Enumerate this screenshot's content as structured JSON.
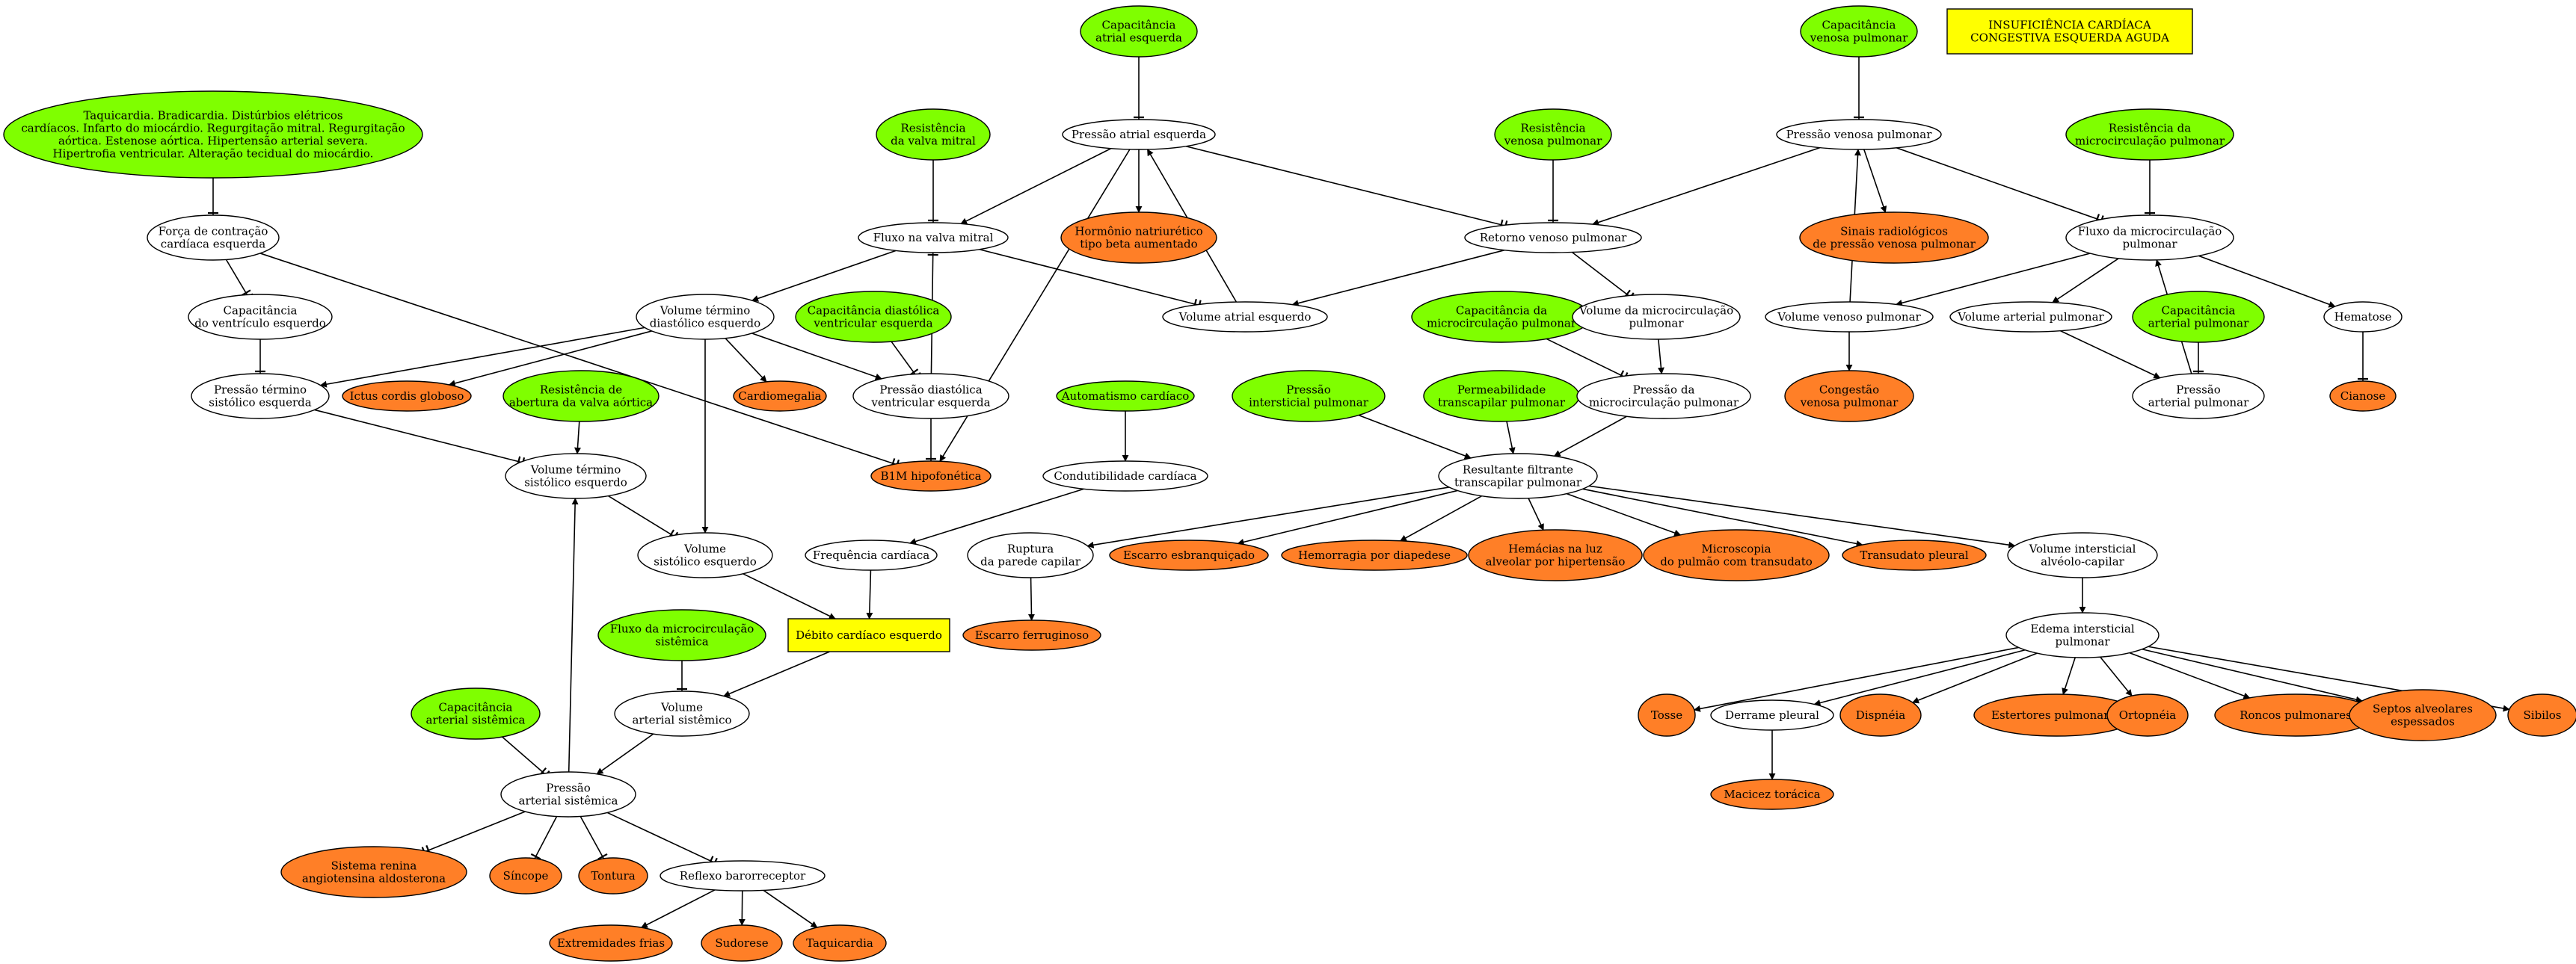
{
  "title_box": [
    "INSUFICIÊNCIA CARDÍACA",
    "CONGESTIVA ESQUERDA AGUDA"
  ],
  "colors": {
    "cause": "#7fff00",
    "consequence": "#ff7f27",
    "highlight": "#ffff00",
    "neutral": "#ffffff"
  },
  "nodes": {
    "cap_atrial": [
      "Capacitância",
      "atrial esquerda"
    ],
    "cap_venosa": [
      "Capacitância",
      "venosa pulmonar"
    ],
    "taqui": [
      "Taquicardia. Bradicardia. Distúrbios elétricos",
      "cardíacos. Infarto do miocárdio. Regurgitação mitral. Regurgitação",
      "aórtica. Estenose aórtica. Hipertensão arterial severa.",
      "Hipertrofia ventricular. Alteração tecidual do miocárdio."
    ],
    "res_valva_mitral": [
      "Resistência",
      "da valva mitral"
    ],
    "pressao_atrial": [
      "Pressão atrial esquerda"
    ],
    "res_venosa": [
      "Resistência",
      "venosa pulmonar"
    ],
    "pressao_venosa": [
      "Pressão venosa pulmonar"
    ],
    "res_microcirc": [
      "Resistência da",
      "microcirculação pulmonar"
    ],
    "forca_contracao": [
      "Força de contração",
      "cardíaca esquerda"
    ],
    "fluxo_valva": [
      "Fluxo na valva mitral"
    ],
    "hormonio": [
      "Hormônio natriurético",
      "tipo beta aumentado"
    ],
    "retorno_venoso": [
      "Retorno venoso pulmonar"
    ],
    "sinais_radio": [
      "Sinais radiológicos",
      "de pressão venosa pulmonar"
    ],
    "fluxo_microcirc": [
      "Fluxo da microcirculação",
      "pulmonar"
    ],
    "cap_ventriculo": [
      "Capacitância",
      "do ventrículo esquerdo"
    ],
    "vol_termino_diast": [
      "Volume término",
      "diastólico esquerdo"
    ],
    "cap_diast": [
      "Capacitância diastólica",
      "ventricular esquerda"
    ],
    "vol_atrial": [
      "Volume atrial esquerdo"
    ],
    "cap_microcirc": [
      "Capacitância da",
      "microcirculação pulmonar"
    ],
    "vol_microcirc": [
      "Volume da microcirculação",
      "pulmonar"
    ],
    "vol_venoso": [
      "Volume venoso pulmonar"
    ],
    "vol_arterial_pulm": [
      "Volume arterial pulmonar"
    ],
    "cap_arterial_pulm": [
      "Capacitância",
      "arterial pulmonar"
    ],
    "hematose": [
      "Hematose"
    ],
    "pressao_termino_sist": [
      "Pressão término",
      "sistólico esquerda"
    ],
    "ictus": [
      "Ictus cordis globoso"
    ],
    "res_abertura_aortica": [
      "Resistência de",
      "abertura da valva aórtica"
    ],
    "cardiomegalia": [
      "Cardiomegalia"
    ],
    "pressao_diast": [
      "Pressão diastólica",
      "ventricular esquerda"
    ],
    "automatismo": [
      "Automatismo cardíaco"
    ],
    "pressao_intersticial": [
      "Pressão",
      "intersticial pulmonar"
    ],
    "permeabilidade": [
      "Permeabilidade",
      "transcapilar pulmonar"
    ],
    "pressao_microcirc": [
      "Pressão da",
      "microcirculação pulmonar"
    ],
    "congestao": [
      "Congestão",
      "venosa pulmonar"
    ],
    "pressao_arterial_pulm": [
      "Pressão",
      "arterial pulmonar"
    ],
    "cianose": [
      "Cianose"
    ],
    "vol_termino_sist": [
      "Volume término",
      "sistólico esquerdo"
    ],
    "b1m": [
      "B1M hipofonética"
    ],
    "condutibilidade": [
      "Condutibilidade cardíaca"
    ],
    "resultante": [
      "Resultante filtrante",
      "transcapilar pulmonar"
    ],
    "vol_sistolico": [
      "Volume",
      "sistólico esquerdo"
    ],
    "freq_cardiaca": [
      "Frequência cardíaca"
    ],
    "ruptura": [
      "Ruptura",
      "da parede capilar"
    ],
    "escarro_esbranq": [
      "Escarro esbranquiçado"
    ],
    "hemorragia": [
      "Hemorragia por diapedese"
    ],
    "hemacias": [
      "Hemácias na luz",
      "alveolar por hipertensão"
    ],
    "microscopia": [
      "Microscopia",
      "do pulmão com transudato"
    ],
    "transudato": [
      "Transudato pleural"
    ],
    "vol_intersticial": [
      "Volume intersticial",
      "alvéolo-capilar"
    ],
    "fluxo_sistemico": [
      "Fluxo da microcirculação",
      "sistêmica"
    ],
    "debito": [
      "Débito cardíaco esquerdo"
    ],
    "escarro_ferrug": [
      "Escarro ferruginoso"
    ],
    "edema": [
      "Edema intersticial",
      "pulmonar"
    ],
    "cap_arterial_sist": [
      "Capacitância",
      "arterial sistêmica"
    ],
    "vol_arterial_sist": [
      "Volume",
      "arterial sistêmico"
    ],
    "tosse": [
      "Tosse"
    ],
    "derrame": [
      "Derrame pleural"
    ],
    "dispneia": [
      "Dispnéia"
    ],
    "estertores": [
      "Estertores pulmonares"
    ],
    "ortopneia": [
      "Ortopnéia"
    ],
    "roncos": [
      "Roncos pulmonares"
    ],
    "septos": [
      "Septos alveolares",
      "espessados"
    ],
    "sibilos": [
      "Sibilos"
    ],
    "pressao_arterial_sist": [
      "Pressão",
      "arterial sistêmica"
    ],
    "macicez": [
      "Macicez torácica"
    ],
    "sistema_renina": [
      "Sistema renina",
      "angiotensina aldosterona"
    ],
    "sincope": [
      "Síncope"
    ],
    "tontura": [
      "Tontura"
    ],
    "reflexo": [
      "Reflexo barorreceptor"
    ],
    "extremidades": [
      "Extremidades frias"
    ],
    "sudorese": [
      "Sudorese"
    ],
    "taquicardia": [
      "Taquicardia"
    ]
  }
}
